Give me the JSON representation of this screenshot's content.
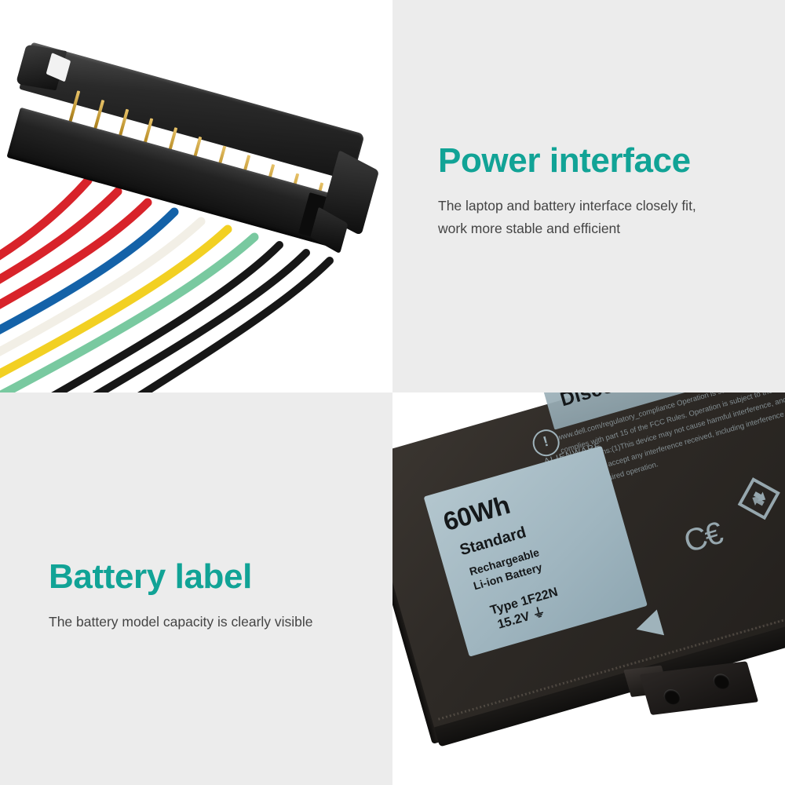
{
  "layout": {
    "accent_color": "#11a396",
    "panel_bg": "#ececec",
    "photo_bg": "#ffffff",
    "body_text_color": "#444444"
  },
  "panels": {
    "power_interface": {
      "headline": "Power interface",
      "body_line_1": "The laptop and battery interface closely fit,",
      "body_line_2": "work more stable and efficient"
    },
    "battery_label": {
      "headline": "Battery label",
      "body_line_1": "The battery model capacity is clearly visible"
    }
  },
  "connector_photo": {
    "alt": "laptop battery power connector with gold pins and ribbon wires",
    "pin_count": 11,
    "wire_colors": [
      "#d8232a",
      "#d8232a",
      "#d8232a",
      "#1462a8",
      "#f2efe6",
      "#f2d023",
      "#79c9a0",
      "#171717",
      "#171717",
      "#171717"
    ]
  },
  "battery_photo": {
    "alt": "Dell laptop battery corner showing printed label",
    "label": {
      "capacity": "60Wh",
      "grade": "Standard",
      "chemistry_line_1": "Rechargeable",
      "chemistry_line_2": "Li-ion Battery",
      "type": "Type 1F22N",
      "voltage": "15.2V ⏚"
    },
    "warning_banner": "Disconnect TheBatt",
    "warning_icon": "!",
    "brand": "ALIENWARE",
    "compliance_text": "www.dell.com/regulatory_compliance  Operation is subject This device complies with part 15 of the FCC Rules. Operation is subject to the following two conditions:(1)This device may not cause harmful interference, and (2) this device must accept any interference received, including interference that may cause undesired operation.",
    "marks": [
      "CE",
      "recycle-symbol"
    ]
  }
}
